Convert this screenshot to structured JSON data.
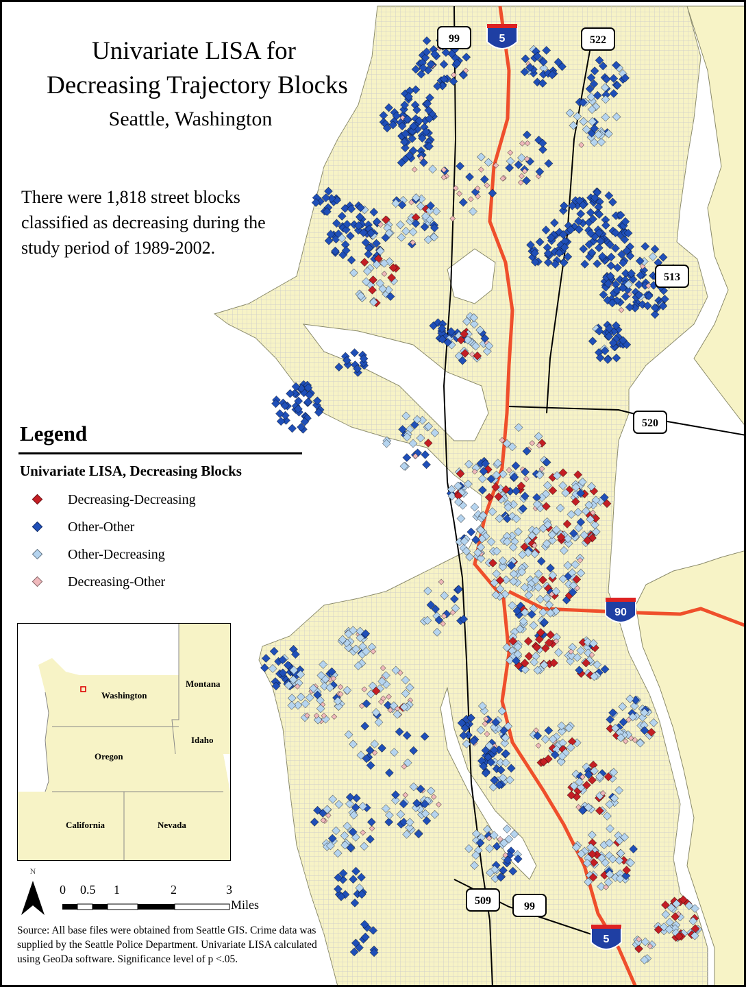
{
  "title": {
    "line1": "Univariate LISA for",
    "line2": "Decreasing Trajectory Blocks",
    "line3": "Seattle, Washington"
  },
  "description": "There were 1,818 street blocks classified as decreasing during the study period of 1989-2002.",
  "legend": {
    "heading": "Legend",
    "subheading": "Univariate LISA, Decreasing Blocks",
    "items": [
      {
        "label": "Decreasing-Decreasing",
        "color": "#c41e24"
      },
      {
        "label": "Other-Other",
        "color": "#1f4fb8"
      },
      {
        "label": "Other-Decreasing",
        "color": "#b5d4ef"
      },
      {
        "label": "Decreasing-Other",
        "color": "#f0b9bc"
      }
    ]
  },
  "highway_shields": {
    "interstate": [
      "5",
      "90",
      "5"
    ],
    "state": [
      "99",
      "522",
      "513",
      "520",
      "509",
      "99"
    ]
  },
  "inset_map": {
    "states": [
      "Washington",
      "Montana",
      "Idaho",
      "Oregon",
      "California",
      "Nevada"
    ]
  },
  "scale_bar": {
    "north": "N",
    "ticks": [
      "0",
      "0.5",
      "1",
      "2",
      "3"
    ],
    "unit": "Miles"
  },
  "source_text": "Source: All base files were obtained from Seattle GIS. Crime data was supplied by the Seattle Police Department. Univariate LISA calculated using GeoDa software. Significance level of p <.05.",
  "colors": {
    "land": "#f7f3c6",
    "water": "#ffffff",
    "street_grid": "#c9c9c9",
    "interstate_route": "#ef4f2b"
  }
}
